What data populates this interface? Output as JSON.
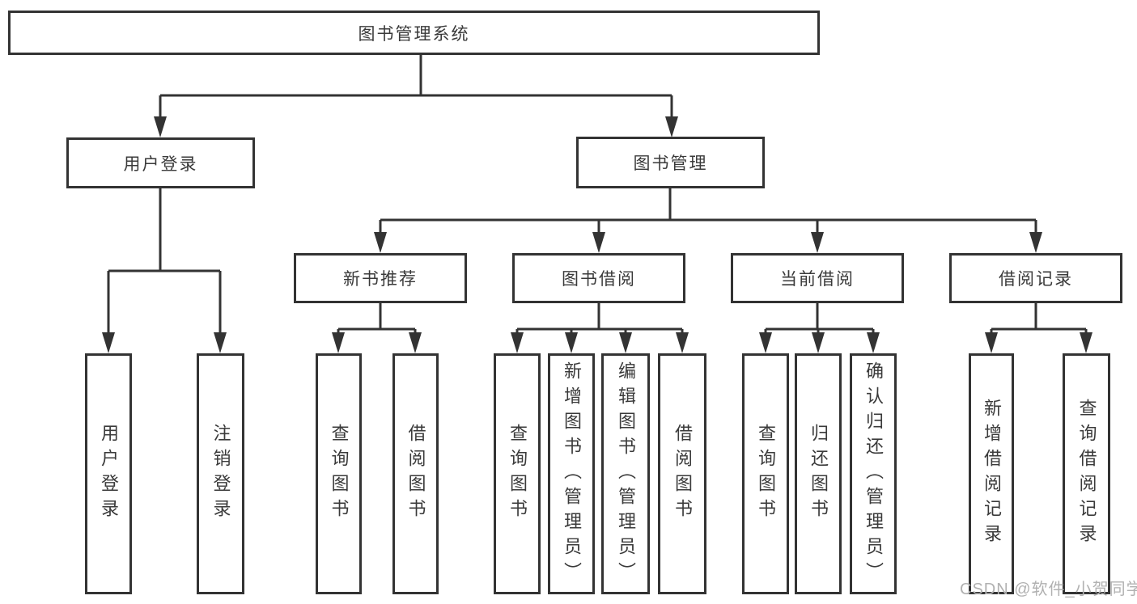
{
  "diagram": {
    "tree": {
      "label": "图书管理系统",
      "children": [
        {
          "label": "用户登录",
          "children": [
            {
              "label": "用户登录"
            },
            {
              "label": "注销登录"
            }
          ]
        },
        {
          "label": "图书管理",
          "children": [
            {
              "label": "新书推荐",
              "children": [
                {
                  "label": "查询图书"
                },
                {
                  "label": "借阅图书"
                }
              ]
            },
            {
              "label": "图书借阅",
              "children": [
                {
                  "label": "查询图书"
                },
                {
                  "label": "新增图书（管理员）"
                },
                {
                  "label": "编辑图书（管理员）"
                },
                {
                  "label": "借阅图书"
                }
              ]
            },
            {
              "label": "当前借阅",
              "children": [
                {
                  "label": "查询图书"
                },
                {
                  "label": "归还图书"
                },
                {
                  "label": "确认归还（管理员）"
                }
              ]
            },
            {
              "label": "借阅记录",
              "children": [
                {
                  "label": "新增借阅记录"
                },
                {
                  "label": "查询借阅记录"
                }
              ]
            }
          ]
        }
      ]
    },
    "watermark": "CSDN @软件_小贺同学",
    "colors": {
      "line": "#333333",
      "box_border": "#333333",
      "text": "#3a3a3a",
      "watermark": "#b1b1b1",
      "background": "#ffffff"
    }
  }
}
